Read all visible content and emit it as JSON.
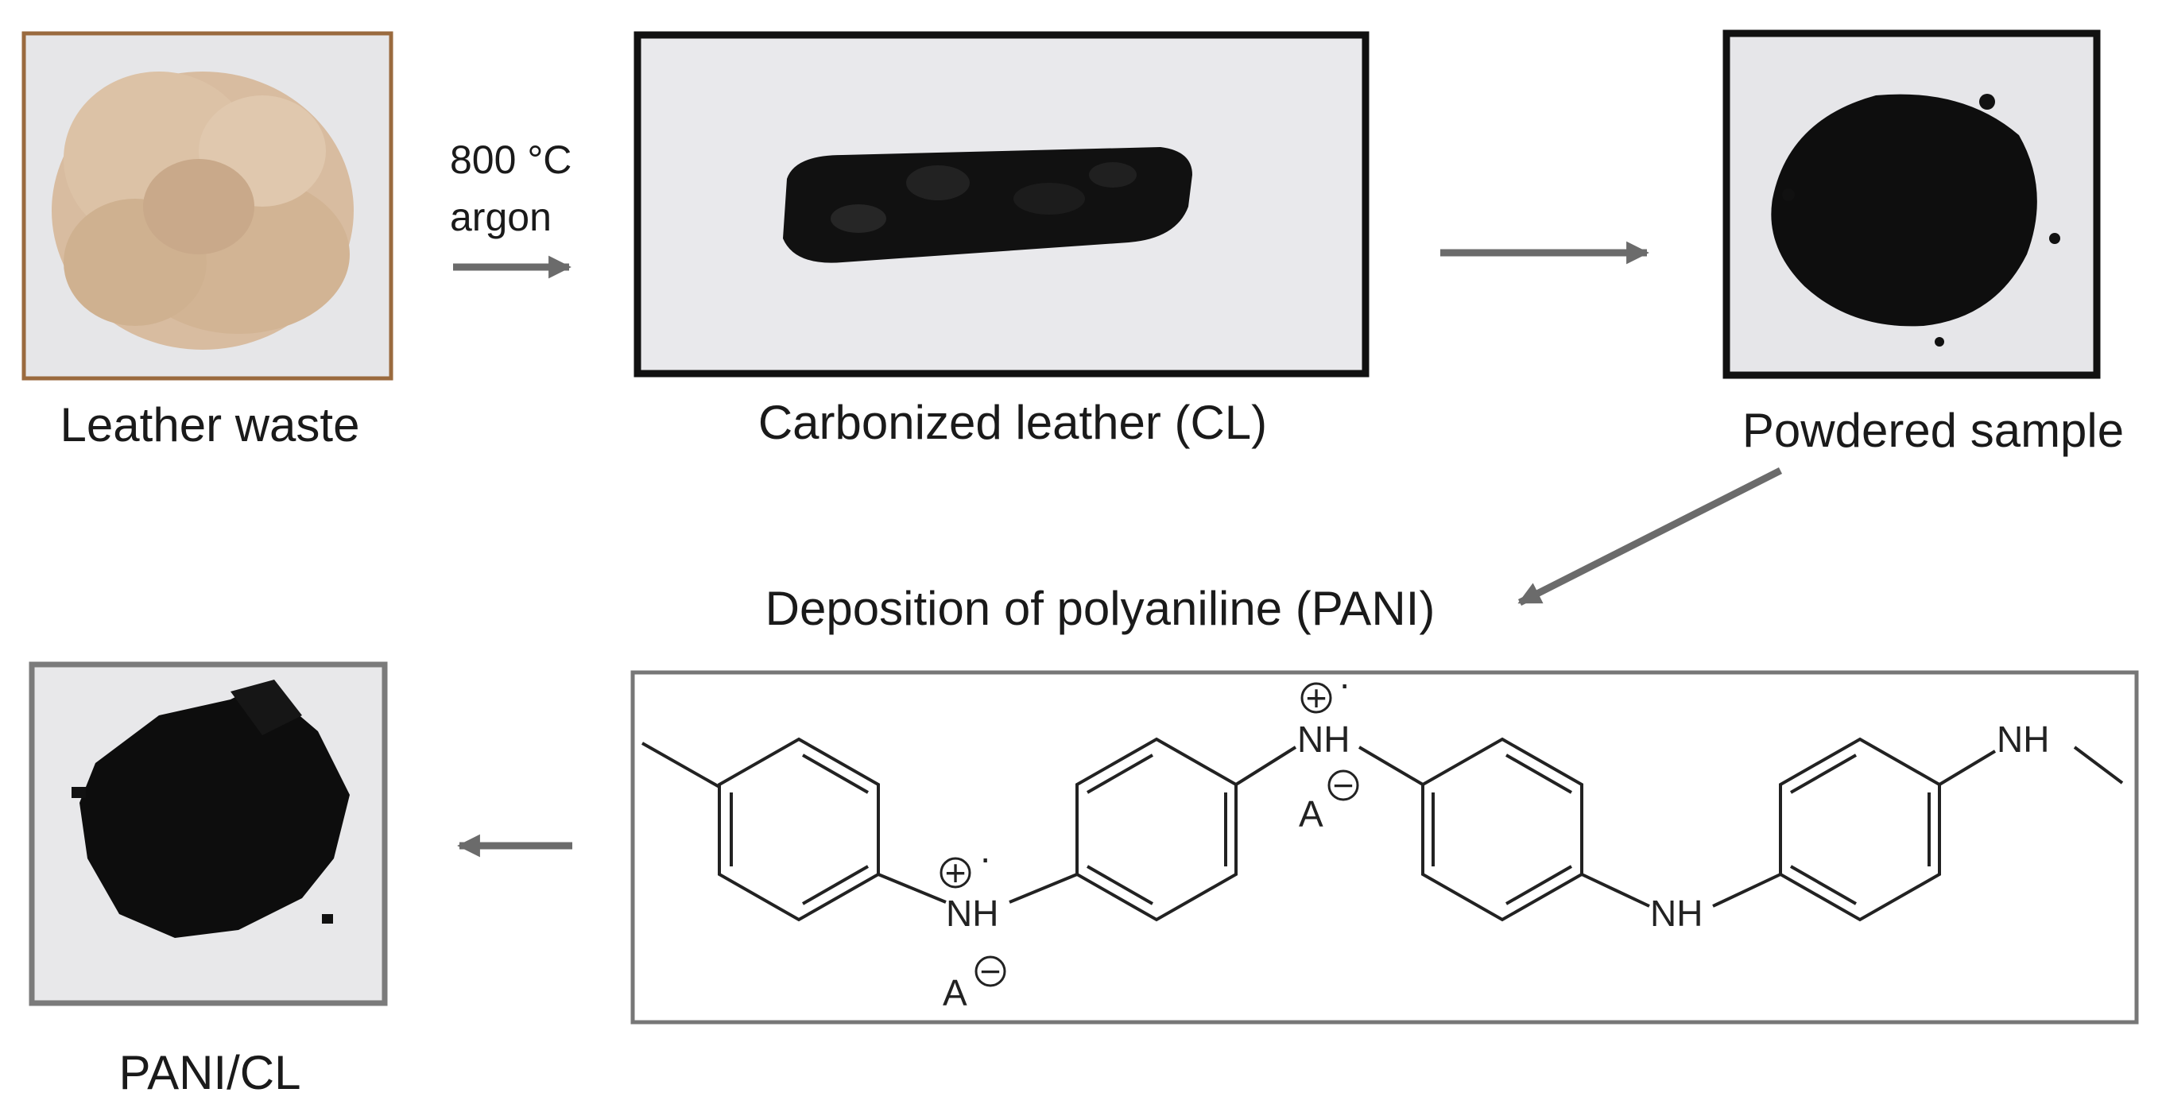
{
  "steps": {
    "leather_waste": "Leather waste",
    "carbonized": "Carbonized leather (CL)",
    "powdered": "Powdered sample",
    "deposition": "Deposition of polyaniline (PANI)",
    "pani_cl": "PANI/CL"
  },
  "conditions": {
    "temperature": "800 °C",
    "atmosphere": "argon"
  },
  "structure": {
    "nh": "NH",
    "anion": "A",
    "plus": "+",
    "minus": "−",
    "radical": "·"
  },
  "colors": {
    "arrow": "#6b6b6b",
    "leather_frame": "#9a6a3e",
    "photo_frame": "#111111",
    "leather_sample": "#d8bca0",
    "carbon_sample": "#0e0e0e"
  }
}
